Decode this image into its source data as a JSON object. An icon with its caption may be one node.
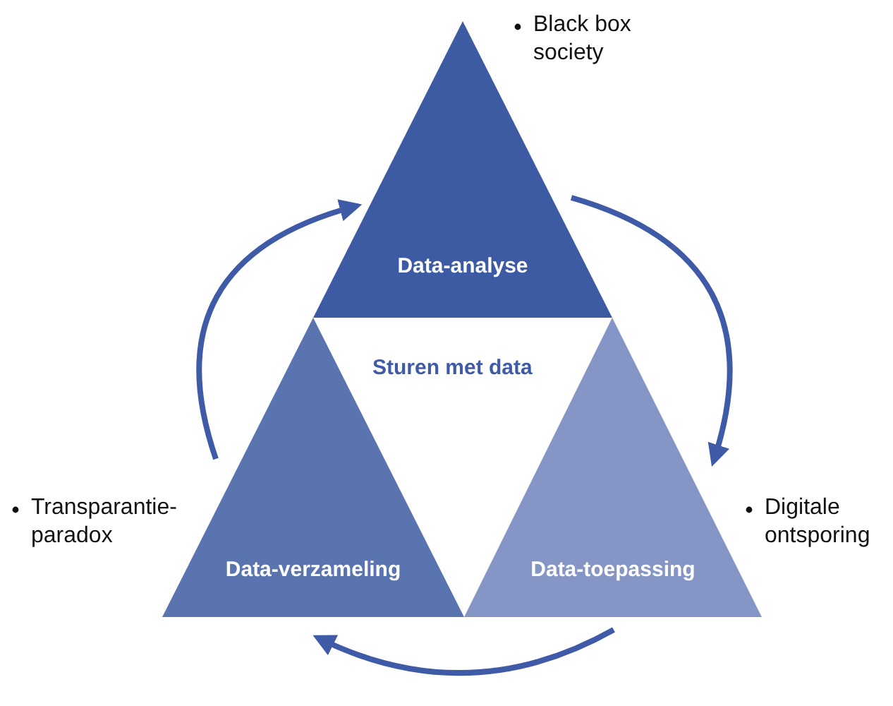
{
  "diagram": {
    "nodes": [
      {
        "text": [
          "Data-analyse"
        ],
        "beside": [
          "Black box society"
        ]
      },
      {
        "text": [
          "Data-verzameling"
        ],
        "beside": [
          "Transparantie-paradox"
        ]
      },
      {
        "text": [
          "Data-toepassing"
        ],
        "beside": [
          "Digitale ontsporing"
        ]
      }
    ],
    "edges": [
      {
        "from": 1,
        "to": 0,
        "arrow": "to"
      },
      {
        "from": 0,
        "to": 2,
        "arrow": "to"
      },
      {
        "from": 2,
        "to": 1,
        "arrow": "to"
      }
    ],
    "labels": [
      "Sturen met data"
    ]
  }
}
